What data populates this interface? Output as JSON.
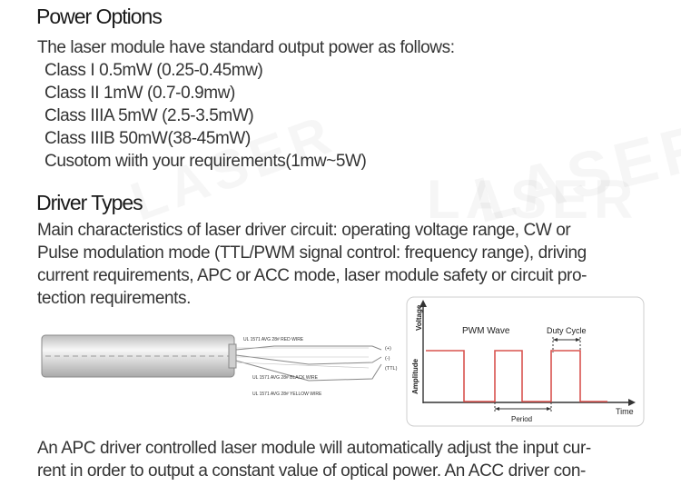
{
  "power": {
    "heading": "Power Options",
    "intro": "The  laser module have standard output power as follows:",
    "classes": [
      "Class I  0.5mW (0.25-0.45mw)",
      "Class II 1mW (0.7-0.9mw)",
      "Class IIIA 5mW (2.5-3.5mW)",
      "Class IIIB 50mW(38-45mW)",
      "Cusotom wiith your requirements(1mw~5W)"
    ]
  },
  "driver": {
    "heading": "Driver Types",
    "lines": [
      "Main characteristics of laser driver circuit: operating voltage range, CW or",
      "Pulse modulation mode (TTL/PWM signal control: frequency range), driving",
      "current requirements, APC or ACC mode, laser module safety or circuit pro-",
      "tection requirements."
    ]
  },
  "module_diagram": {
    "wires": [
      "UL 1571 AVG 28# RED WIRE",
      "UL 1571 AVG 28# BLACK WIRE",
      "UL 1571 AVG 28# YELLOW WIRE"
    ],
    "terminals": [
      "(+)",
      "(-)",
      "(TTL)"
    ]
  },
  "pwm_chart": {
    "title": "PWM Wave",
    "ylabel_top": "Voltage",
    "ylabel_side": "Amplitude",
    "duty_label": "Duty Cycle",
    "period_label": "Period",
    "xlabel": "Time",
    "wave_color": "#d9534f"
  },
  "bottom": {
    "lines": [
      "An APC driver controlled laser module will automatically adjust the input cur-",
      "rent in order to output a constant value of optical power. An ACC driver con-"
    ]
  },
  "watermark": "LASER"
}
